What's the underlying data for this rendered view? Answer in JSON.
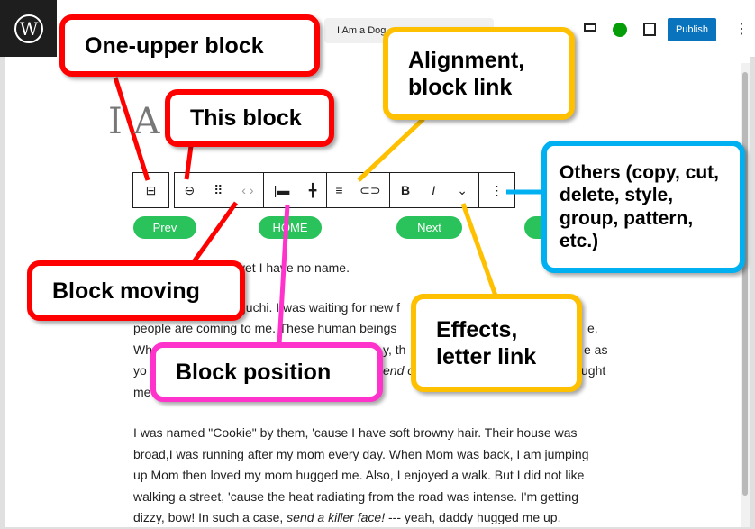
{
  "header": {
    "doc_title": "I Am a Dog",
    "publish_label": "Publish"
  },
  "editor": {
    "heading": "I A",
    "nav_buttons": [
      "Prev",
      "HOME",
      "Next"
    ],
    "para1": "yet I have no name.",
    "para2_fragments": [
      "guchi. I was waiting for new f",
      "people are coming to me. These human beings",
      "e.",
      "Wh",
      "y, th",
      "e as",
      "yo",
      "end c",
      "ught",
      "me"
    ],
    "para3": [
      "I was named \"Cookie\" by them, 'cause I have soft browny hair. Their house was",
      "broad,I was running after my mom every day. When Mom was back, I am jumping",
      "up Mom then loved my mom hugged me. Also, I enjoyed a walk. But I did not like",
      "walking a street, 'cause the heat radiating from the road was intense. I'm getting",
      "dizzy, bow! In such a case, "
    ],
    "para3_em": "send a killer face!",
    "para3_end": " --- yeah, daddy hugged me up."
  },
  "callouts": {
    "one_upper": "One-upper block",
    "this_block": "This block",
    "alignment": "Alignment, block link",
    "others": "Others (copy, cut, delete, style, group, pattern, etc.)",
    "moving": "Block moving",
    "position": "Block position",
    "effects": "Effects, letter link"
  },
  "colors": {
    "red": "#ff0000",
    "orange": "#ffc000",
    "blue": "#00b0f0",
    "pink": "#ff33cc",
    "green": "#2ac35b",
    "publish": "#0a73bd"
  }
}
